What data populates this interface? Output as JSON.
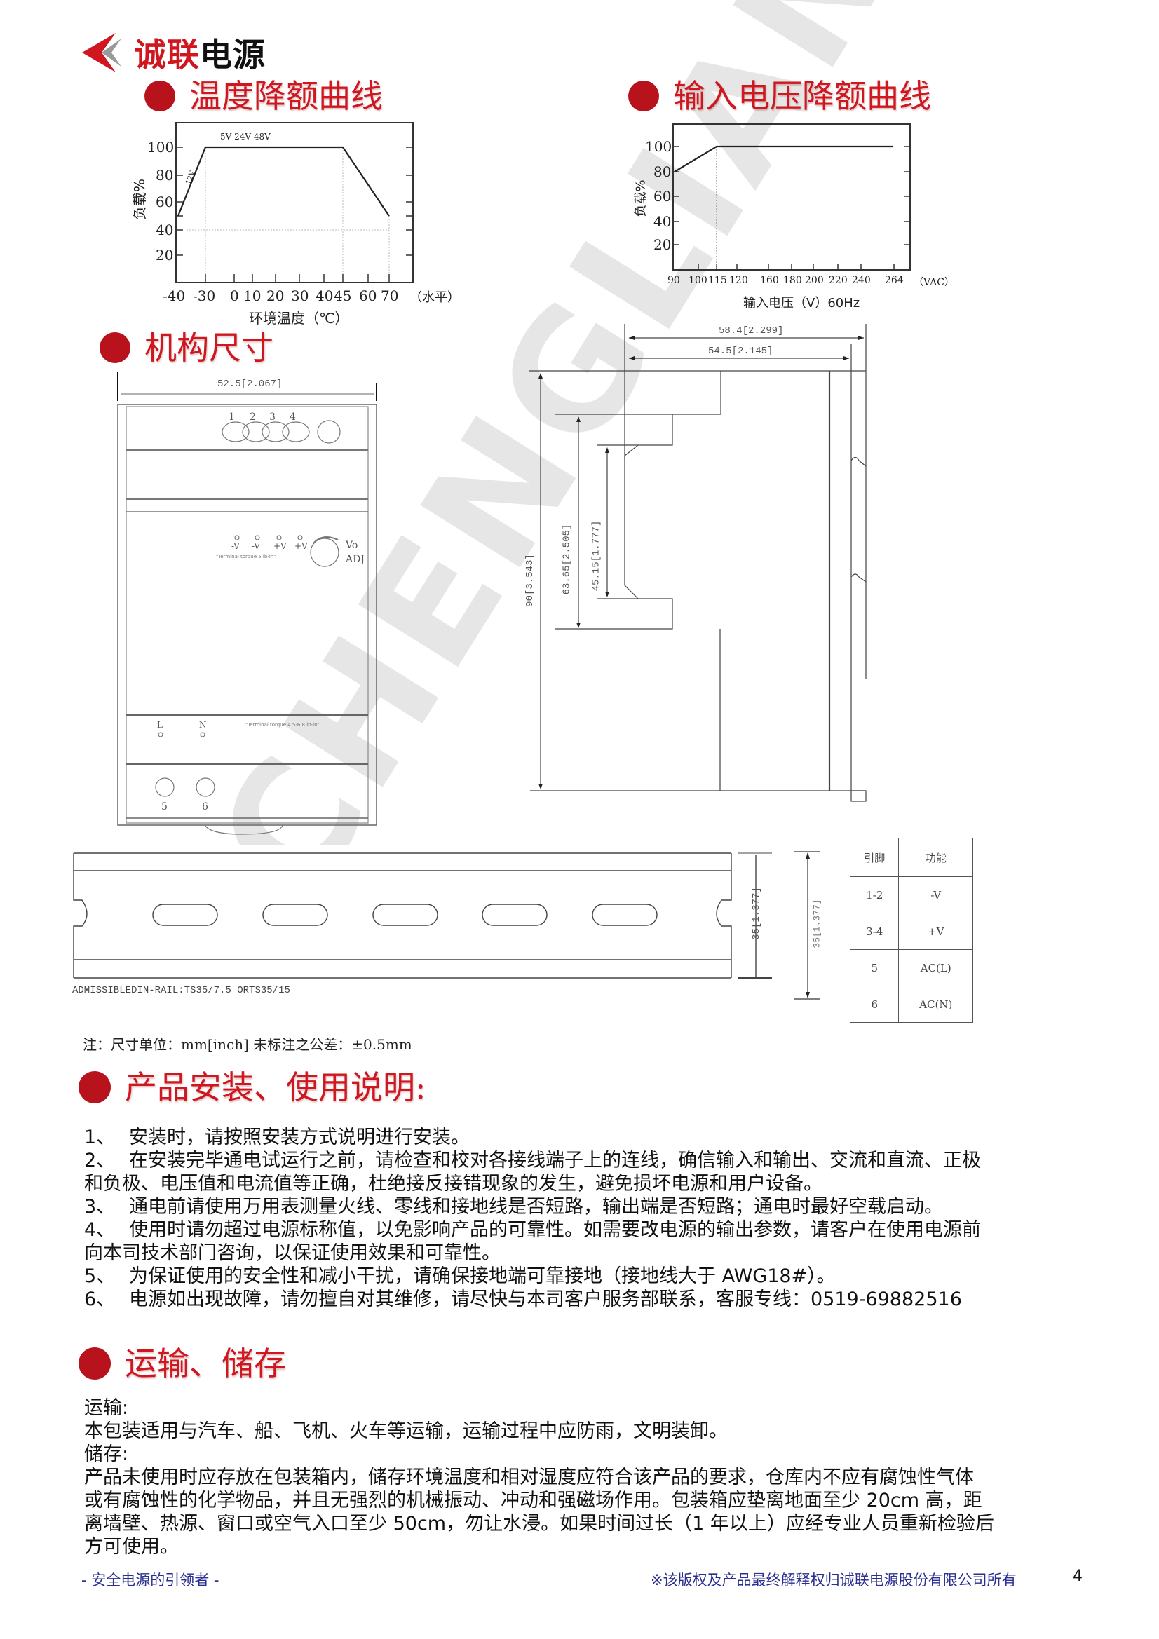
{
  "brand": {
    "logo_icon": "chevron-arrow-logo-icon",
    "name_red": "诚联",
    "name_black": "电源",
    "red": "#d0161e",
    "heading_dot": "#b8121c"
  },
  "sections": {
    "temp_derating": "温度降额曲线",
    "voltage_derating": "输入电压降额曲线",
    "dimensions": "机构尺寸",
    "install": "产品安装、使用说明:",
    "transport": "运输、储存"
  },
  "chart_data": [
    {
      "type": "line",
      "title": "温度降额曲线",
      "xlabel": "环境温度（℃）",
      "ylabel": "负载%",
      "x_unit_label": "（水平）",
      "x_ticks": [
        "-40",
        "-30",
        "0",
        "10",
        "20",
        "30",
        "40",
        "45",
        "60",
        "70"
      ],
      "y_ticks": [
        "20",
        "40",
        "60",
        "80",
        "100"
      ],
      "series": [
        {
          "name": "5V 24V 48V / 12V",
          "x": [
            -40,
            -30,
            45,
            70
          ],
          "y": [
            50,
            100,
            100,
            50
          ]
        }
      ],
      "annotations": [
        "5V 24V 48V",
        "12V"
      ],
      "reference_lines": {
        "y": [
          40
        ],
        "x": [
          -30,
          45,
          70
        ]
      },
      "ylim": [
        0,
        118
      ]
    },
    {
      "type": "line",
      "title": "输入电压降额曲线",
      "xlabel": "输入电压（V）60Hz",
      "ylabel": "负载%",
      "x_unit_label": "（VAC）",
      "x_ticks": [
        "90",
        "100",
        "115",
        "120",
        "160",
        "180",
        "200",
        "220",
        "240",
        "264"
      ],
      "y_ticks": [
        "20",
        "40",
        "60",
        "80",
        "100"
      ],
      "series": [
        {
          "name": "load",
          "x": [
            90,
            115,
            264
          ],
          "y": [
            80,
            100,
            100
          ]
        }
      ],
      "reference_lines": {
        "x": [
          115
        ]
      },
      "ylim": [
        0,
        118
      ]
    }
  ],
  "drawing": {
    "front_width": "52.5[2.067]",
    "pins_top": [
      "1",
      "2",
      "3",
      "4"
    ],
    "output_labels": [
      "-V",
      "-V",
      "+V",
      "+V"
    ],
    "output_note": "\"Terminal torque 5 lb-in\"",
    "vo_adj": [
      "Vo",
      "ADJ"
    ],
    "input_labels": [
      "L",
      "N"
    ],
    "input_note": "\"Terminal torque 4.5-6.8 lb-in\"",
    "pins_bottom": [
      "5",
      "6"
    ],
    "side_depth_total": "58.4[2.299]",
    "side_depth": "54.5[2.145]",
    "height_total": "90[3.543]",
    "height_mid": "63.65[2.505]",
    "height_inner": "45.15[1.777]",
    "rail_height": "35[1.377]",
    "rail_caption": "ADMISSIBLEDIN-RAIL:TS35/7.5 ORTS35/15"
  },
  "pin_table": {
    "headers": [
      "引脚",
      "功能"
    ],
    "rows": [
      [
        "1-2",
        "-V"
      ],
      [
        "3-4",
        "+V"
      ],
      [
        "5",
        "AC(L)"
      ],
      [
        "6",
        "AC(N)"
      ]
    ]
  },
  "note": "注：尺寸单位：mm[inch] 未标注之公差：±0.5mm",
  "install_items": [
    {
      "num": "1、",
      "text": "安装时，请按照安装方式说明进行安装。"
    },
    {
      "num": "2、",
      "text": "在安装完毕通电试运行之前，请检查和校对各接线端子上的连线，确信输入和输出、交流和直流、正极",
      "cont": "和负极、电压值和电流值等正确，杜绝接反接错现象的发生，避免损坏电源和用户设备。"
    },
    {
      "num": "3、",
      "text": "通电前请使用万用表测量火线、零线和接地线是否短路，输出端是否短路；通电时最好空载启动。"
    },
    {
      "num": "4、",
      "text": "使用时请勿超过电源标称值，以免影响产品的可靠性。如需要改电源的输出参数，请客户在使用电源前",
      "cont": "向本司技术部门咨询，以保证使用效果和可靠性。"
    },
    {
      "num": "5、",
      "text": "为保证使用的安全性和减小干扰，请确保接地端可靠接地（接地线大于 AWG18#）。"
    },
    {
      "num": "6、",
      "text": "电源如出现故障，请勿擅自对其维修，请尽快与本司客户服务部联系，客服专线：0519-69882516"
    }
  ],
  "transport": {
    "transport_label": "运输:",
    "transport_text": "本包装适用与汽车、船、飞机、火车等运输，运输过程中应防雨，文明装卸。",
    "storage_label": "储存:",
    "storage_lines": [
      "产品未使用时应存放在包装箱内，储存环境温度和相对湿度应符合该产品的要求，仓库内不应有腐蚀性气体",
      "或有腐蚀性的化学物品，并且无强烈的机械振动、冲动和强磁场作用。包装箱应垫离地面至少 20cm 高，距",
      "离墙壁、热源、窗口或空气入口至少 50cm，勿让水浸。如果时间过长（1 年以上）应经专业人员重新检验后",
      "方可使用。"
    ]
  },
  "watermark": "CHENGLIAN",
  "footer": {
    "slogan": "- 安全电源的引领者 -",
    "copyright": "※该版权及产品最终解释权归诚联电源股份有限公司所有",
    "page": "4"
  }
}
